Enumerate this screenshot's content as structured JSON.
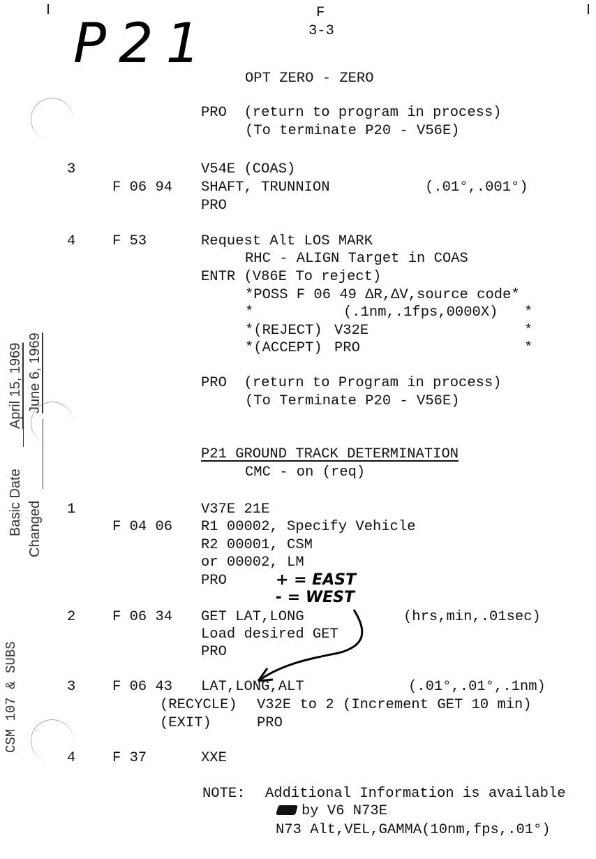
{
  "header": {
    "handwritten_title": "P21",
    "section": "F",
    "page": "3-3",
    "title": "OPT ZERO - ZERO"
  },
  "opt_zero": {
    "pro1": "PRO  (return to program in process)",
    "pro1_sub": "(To terminate P20 - V56E)",
    "s3_num": "3",
    "s3_cmd": "V54E (COAS)",
    "s3_disp": "F 06 94",
    "s3_text": "SHAFT, TRUNNION",
    "s3_units": "(.01°,.001°)",
    "s3_pro": "PRO",
    "s4_num": "4",
    "s4_disp": "F 53",
    "s4_text": "Request Alt LOS MARK",
    "s4_rhc": "RHC - ALIGN Target in COAS",
    "s4_entr": "ENTR (V86E To reject)",
    "poss_line": "*POSS F 06 49 ΔR,ΔV,source code*",
    "poss_star": "*",
    "poss_units": "(.1nm,.1fps,0000X)",
    "reject_label": "*(REJECT)",
    "reject_cmd": "V32E",
    "accept_label": "*(ACCEPT)",
    "accept_cmd": "PRO",
    "pro2": "PRO  (return to Program in process)",
    "pro2_sub": "(To Terminate P20 - V56E)"
  },
  "p21": {
    "title": "P21 GROUND TRACK DETERMINATION",
    "cmc": "CMC - on (req)",
    "s1_num": "1",
    "s1_cmd": "V37E 21E",
    "s1_disp": "F 04 06",
    "s1_r1": "R1 00002, Specify Vehicle",
    "s1_r2": "R2 00001, CSM",
    "s1_or": "or 00002, LM",
    "s1_pro": "PRO",
    "note_east": "+ = EAST",
    "note_west": "- = WEST",
    "s2_num": "2",
    "s2_disp": "F 06 34",
    "s2_text": "GET LAT,LONG",
    "s2_units": "(hrs,min,.01sec)",
    "s2_load": "Load desired GET",
    "s2_pro": "PRO",
    "s3_num": "3",
    "s3_disp": "F 06 43",
    "s3_text": "LAT,LONG,ALT",
    "s3_units": "(.01°,.01°,.1nm)",
    "recycle_label": "(RECYCLE)",
    "recycle_cmd": "V32E to 2 (Increment GET 10 min)",
    "exit_label": "(EXIT)",
    "exit_cmd": "PRO",
    "s4_num": "4",
    "s4_disp": "F 37",
    "s4_cmd": "XXE",
    "note_label": "NOTE:",
    "note_text": "Additional Information is available",
    "note_by": "by V6 N73E",
    "note_n73": "N73 Alt,VEL,GAMMA(10nm,fps,.01°)"
  },
  "margin": {
    "basic_date_label": "Basic Date",
    "basic_date": "April 15, 1969",
    "changed_label": "Changed",
    "changed_date": "June 6, 1969",
    "vehicle": "CSM 107 & SUBS"
  }
}
